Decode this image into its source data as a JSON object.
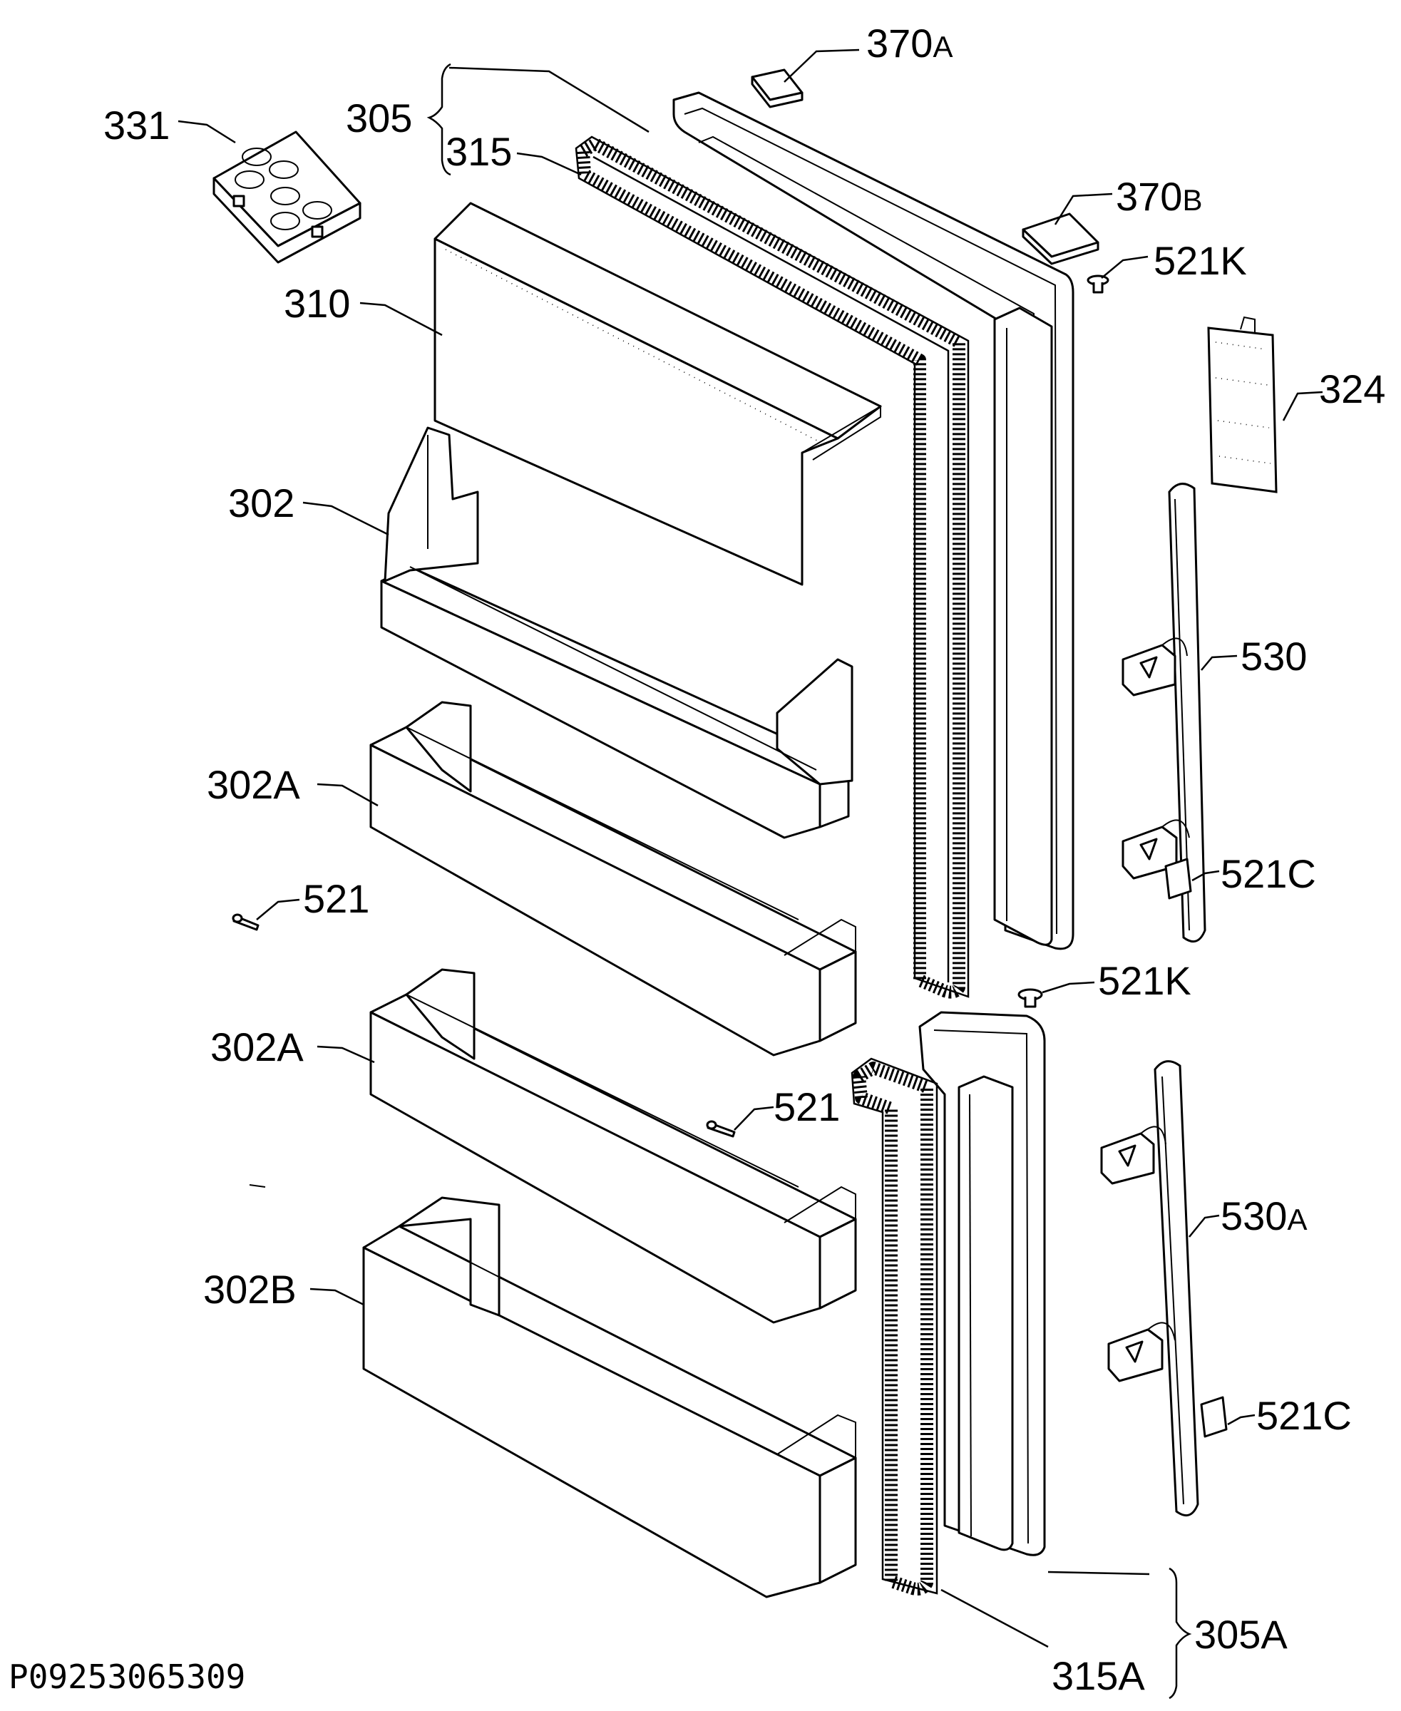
{
  "diagram": {
    "reference_code": "P09253065309",
    "labels": {
      "l331": "331",
      "l305": "305",
      "l315": "315",
      "l370a_num": "370",
      "l370a_suf": "A",
      "l370b_num": "370",
      "l370b_suf": "B",
      "l521k_top": "521K",
      "l310": "310",
      "l324": "324",
      "l302": "302",
      "l530": "530",
      "l302a_top": "302A",
      "l521c_top": "521C",
      "l521_left": "521",
      "l521k_mid": "521K",
      "l302a_bottom": "302A",
      "l521_mid": "521",
      "l530a_num": "530",
      "l530a_suf": "A",
      "l302b": "302B",
      "l521c_bottom": "521C",
      "l305a": "305A",
      "l315a": "315A"
    }
  }
}
